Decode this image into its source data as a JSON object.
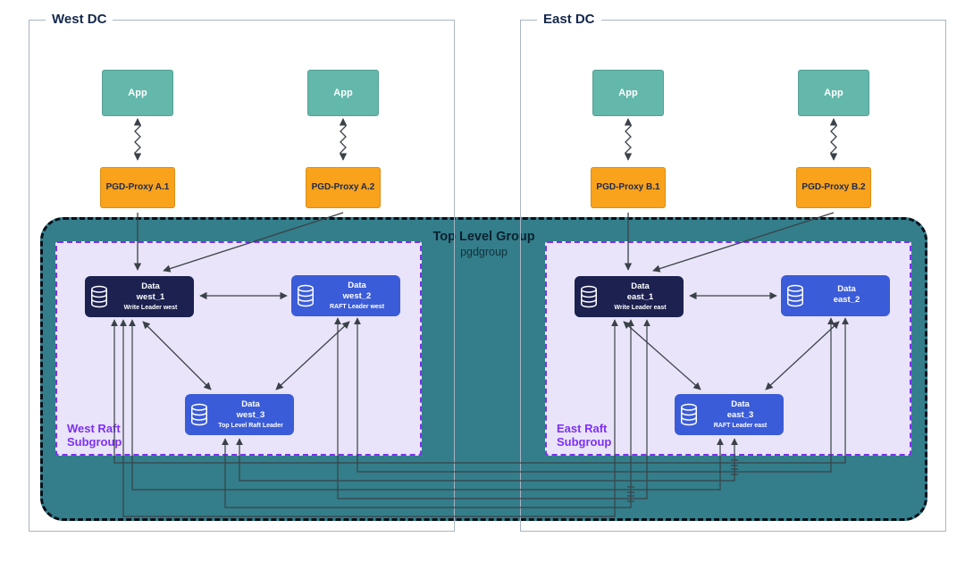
{
  "diagram": {
    "west_dc_label": "West DC",
    "east_dc_label": "East DC",
    "top_level_group": {
      "title": "Top Level Group",
      "name": "pgdgroup"
    },
    "west_subgroup_label": "West Raft Subgroup",
    "east_subgroup_label": "East Raft Subgroup"
  },
  "apps": [
    "App",
    "App",
    "App",
    "App"
  ],
  "proxies": [
    "PGD-Proxy A.1",
    "PGD-Proxy A.2",
    "PGD-Proxy B.1",
    "PGD-Proxy B.2"
  ],
  "nodes": {
    "west_1": {
      "line1": "Data",
      "line2": "west_1",
      "role": "Write Leader west"
    },
    "west_2": {
      "line1": "Data",
      "line2": "west_2",
      "role": "RAFT Leader west"
    },
    "west_3": {
      "line1": "Data",
      "line2": "west_3",
      "role": "Top Level Raft Leader"
    },
    "east_1": {
      "line1": "Data",
      "line2": "east_1",
      "role": "Write Leader east"
    },
    "east_2": {
      "line1": "Data",
      "line2": "east_2",
      "role": ""
    },
    "east_3": {
      "line1": "Data",
      "line2": "east_3",
      "role": "RAFT Leader east"
    }
  },
  "colors": {
    "app_teal": "#63b7ab",
    "proxy_orange": "#f9a21b",
    "group_teal": "#337e8a",
    "subgroup_lavender": "#e9e4f9",
    "subgroup_purple": "#7d2ff5",
    "node_dark_navy": "#1c2150",
    "node_blue": "#3b5cd8",
    "wire_gray": "#3a4148",
    "dc_border": "#a9b5c5",
    "label_navy": "#14284b"
  }
}
